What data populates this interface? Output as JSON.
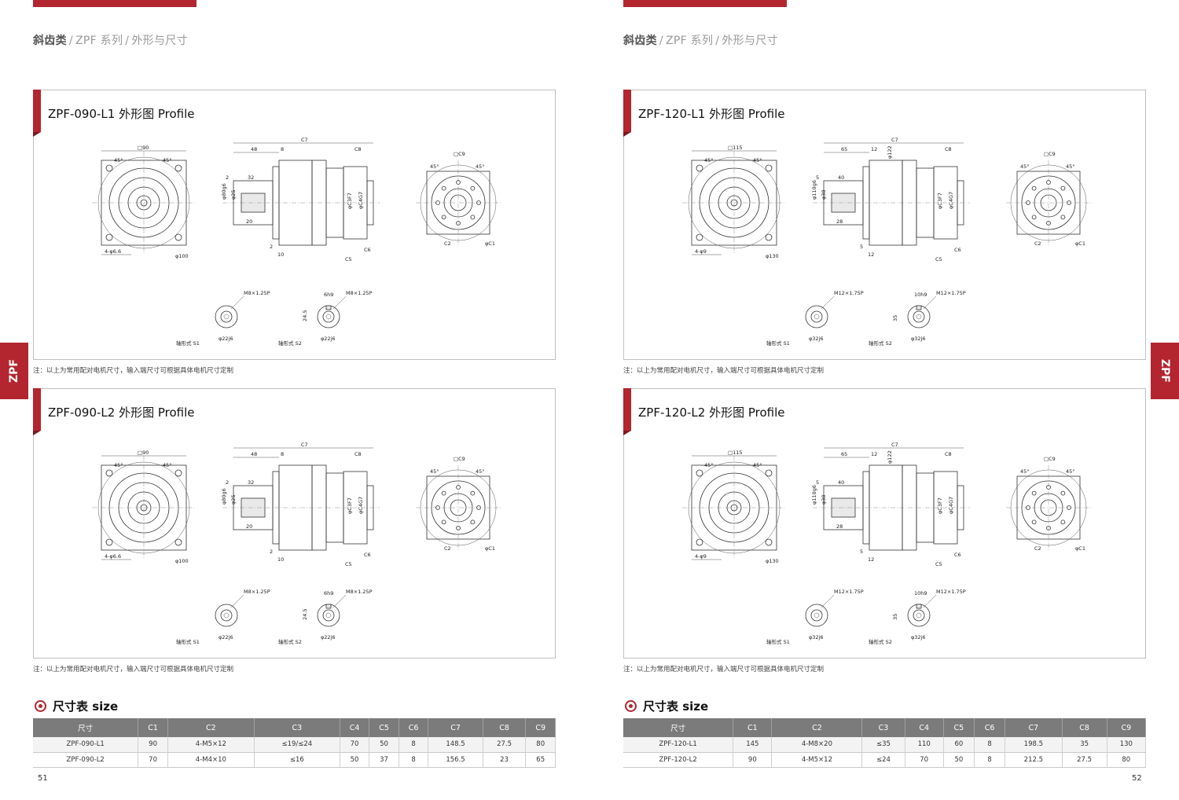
{
  "pages": [
    {
      "breadcrumb": {
        "part1": "斜齿类",
        "part2": "ZPF 系列",
        "part3": "外形与尺寸"
      },
      "panel1": {
        "title": "ZPF-090-L1 外形图 Profile"
      },
      "panel2": {
        "title": "ZPF-090-L2 外形图 Profile"
      },
      "note1": "注：以上为常用配对电机尺寸，输入端尺寸可根据具体电机尺寸定制",
      "note2": "注：以上为常用配对电机尺寸，输入端尺寸可根据具体电机尺寸定制",
      "size_title": "尺寸表 size",
      "page_number": "51",
      "drawing_labels": {
        "square": "□90",
        "angle1": "45°",
        "angle2": "45°",
        "holes": "4-φ6.6",
        "pcd": "φ100",
        "c7": "C7",
        "c8": "C8",
        "c9": "□C9",
        "d48": "48",
        "d8": "8",
        "d2": "2",
        "d32": "32",
        "d20": "20",
        "d10": "10",
        "c5": "C5",
        "c6": "C6",
        "c2": "C2",
        "c1": "φC1",
        "shaft_dia": "φ80g6",
        "bore": "φ25",
        "c3": "φC3F7",
        "c4": "φC4G7",
        "shaft1": "轴形式 S1",
        "shaft2": "轴形式 S2",
        "thread": "M8×1.25P",
        "key": "6h9",
        "keyh": "24.5",
        "shaft_d": "φ22j6"
      }
    },
    {
      "breadcrumb": {
        "part1": "斜齿类",
        "part2": "ZPF 系列",
        "part3": "外形与尺寸"
      },
      "panel1": {
        "title": "ZPF-120-L1 外形图 Profile"
      },
      "panel2": {
        "title": "ZPF-120-L2 外形图 Profile"
      },
      "note1": "注：以上为常用配对电机尺寸，输入端尺寸可根据具体电机尺寸定制",
      "note2": "注：以上为常用配对电机尺寸，输入端尺寸可根据具体电机尺寸定制",
      "size_title": "尺寸表 size",
      "page_number": "52",
      "drawing_labels": {
        "square": "□115",
        "angle1": "45°",
        "angle2": "45°",
        "holes": "4-φ9",
        "pcd": "φ130",
        "c7": "C7",
        "c8": "C8",
        "c9": "□C9",
        "d48": "65",
        "d8": "12",
        "d2": "5",
        "d32": "40",
        "d20": "28",
        "d10": "12",
        "c5": "C5",
        "c6": "C6",
        "c2": "C2",
        "c1": "φC1",
        "shaft_dia": "φ110g6",
        "bore": "φ38",
        "c3": "φC3F7",
        "c4": "φC4G7",
        "shaft1": "轴形式 S1",
        "shaft2": "轴形式 S2",
        "thread": "M12×1.75P",
        "key": "10h9",
        "keyh": "35",
        "shaft_d": "φ32j6",
        "flange": "φ122"
      }
    }
  ],
  "side_tab": "ZPF",
  "tables": [
    {
      "headers": [
        "尺寸",
        "C1",
        "C2",
        "C3",
        "C4",
        "C5",
        "C6",
        "C7",
        "C8",
        "C9"
      ],
      "rows": [
        [
          "ZPF-090-L1",
          "90",
          "4-M5×12",
          "≤19/≤24",
          "70",
          "50",
          "8",
          "148.5",
          "27.5",
          "80"
        ],
        [
          "ZPF-090-L2",
          "70",
          "4-M4×10",
          "≤16",
          "50",
          "37",
          "8",
          "156.5",
          "23",
          "65"
        ]
      ]
    },
    {
      "headers": [
        "尺寸",
        "C1",
        "C2",
        "C3",
        "C4",
        "C5",
        "C6",
        "C7",
        "C8",
        "C9"
      ],
      "rows": [
        [
          "ZPF-120-L1",
          "145",
          "4-M8×20",
          "≤35",
          "110",
          "60",
          "8",
          "198.5",
          "35",
          "130"
        ],
        [
          "ZPF-120-L2",
          "90",
          "4-M5×12",
          "≤24",
          "70",
          "50",
          "8",
          "212.5",
          "27.5",
          "80"
        ]
      ]
    }
  ],
  "colors": {
    "brand": "#b3252f",
    "header_gray": "#7b7b7b"
  }
}
